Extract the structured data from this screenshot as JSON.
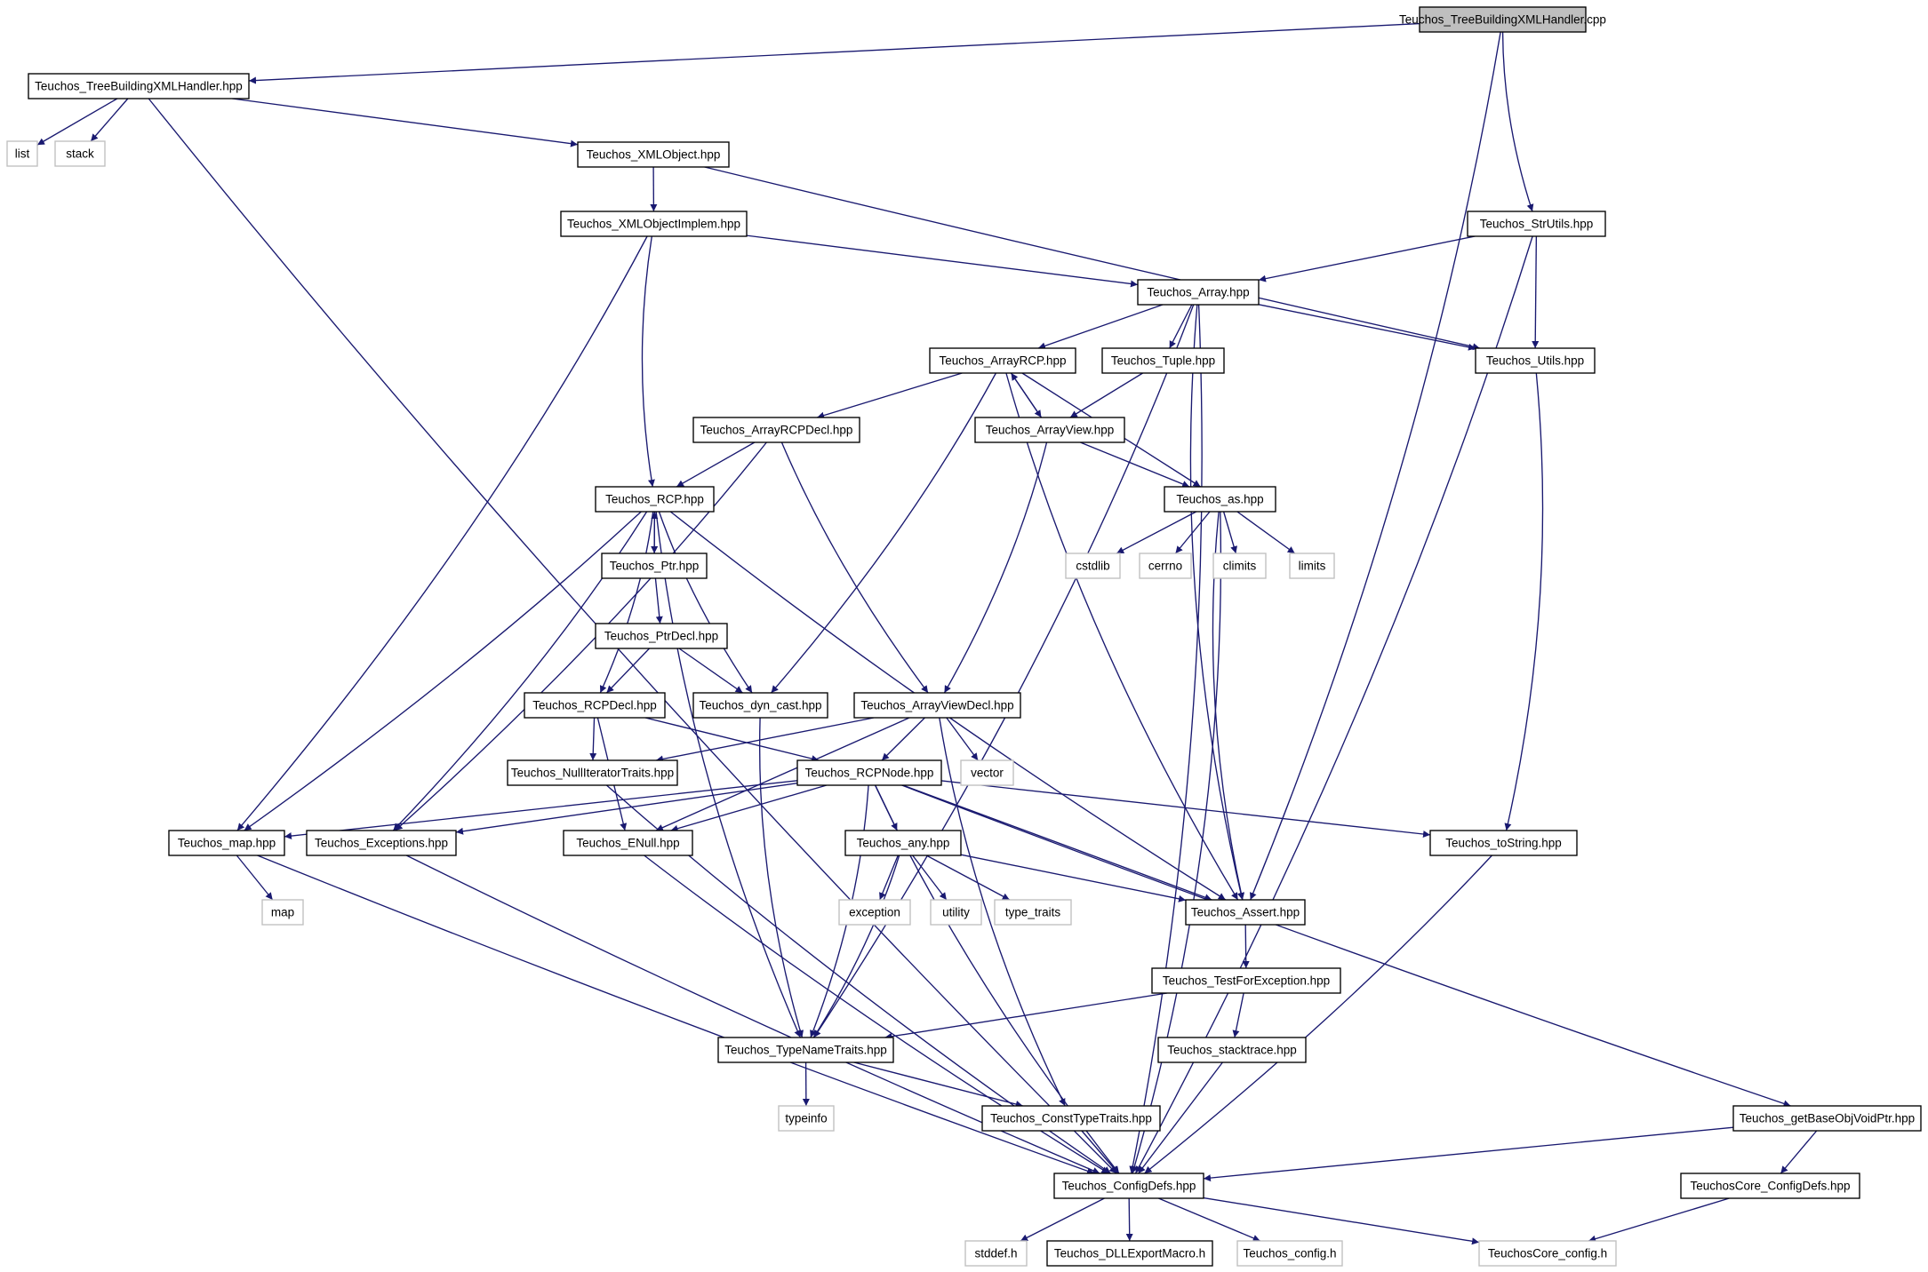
{
  "graph": {
    "root": "Teuchos_TreeBuildingXMLHandler.cpp",
    "nodes": [
      {
        "id": "cpp",
        "label": "Teuchos_TreeBuildingXMLHandler.cpp",
        "kind": "root"
      },
      {
        "id": "tbx",
        "label": "Teuchos_TreeBuildingXMLHandler.hpp",
        "kind": "header"
      },
      {
        "id": "list",
        "label": "list",
        "kind": "external"
      },
      {
        "id": "stack",
        "label": "stack",
        "kind": "external"
      },
      {
        "id": "xmlobj",
        "label": "Teuchos_XMLObject.hpp",
        "kind": "header"
      },
      {
        "id": "xmlimpl",
        "label": "Teuchos_XMLObjectImplem.hpp",
        "kind": "header"
      },
      {
        "id": "strutils",
        "label": "Teuchos_StrUtils.hpp",
        "kind": "header"
      },
      {
        "id": "array",
        "label": "Teuchos_Array.hpp",
        "kind": "header"
      },
      {
        "id": "arrayrcp",
        "label": "Teuchos_ArrayRCP.hpp",
        "kind": "header"
      },
      {
        "id": "tuple",
        "label": "Teuchos_Tuple.hpp",
        "kind": "header"
      },
      {
        "id": "utils",
        "label": "Teuchos_Utils.hpp",
        "kind": "header"
      },
      {
        "id": "arrayrcpdecl",
        "label": "Teuchos_ArrayRCPDecl.hpp",
        "kind": "header"
      },
      {
        "id": "arrayview",
        "label": "Teuchos_ArrayView.hpp",
        "kind": "header"
      },
      {
        "id": "rcp",
        "label": "Teuchos_RCP.hpp",
        "kind": "header"
      },
      {
        "id": "as",
        "label": "Teuchos_as.hpp",
        "kind": "header"
      },
      {
        "id": "ptr",
        "label": "Teuchos_Ptr.hpp",
        "kind": "header"
      },
      {
        "id": "cstdlib",
        "label": "cstdlib",
        "kind": "external"
      },
      {
        "id": "cerrno",
        "label": "cerrno",
        "kind": "external"
      },
      {
        "id": "climits",
        "label": "climits",
        "kind": "external"
      },
      {
        "id": "limits",
        "label": "limits",
        "kind": "external"
      },
      {
        "id": "ptrdecl",
        "label": "Teuchos_PtrDecl.hpp",
        "kind": "header"
      },
      {
        "id": "rcpdecl",
        "label": "Teuchos_RCPDecl.hpp",
        "kind": "header"
      },
      {
        "id": "dyncast",
        "label": "Teuchos_dyn_cast.hpp",
        "kind": "header"
      },
      {
        "id": "arrayviewdecl",
        "label": "Teuchos_ArrayViewDecl.hpp",
        "kind": "header"
      },
      {
        "id": "nulliter",
        "label": "Teuchos_NullIteratorTraits.hpp",
        "kind": "header"
      },
      {
        "id": "rcpnode",
        "label": "Teuchos_RCPNode.hpp",
        "kind": "header"
      },
      {
        "id": "vector",
        "label": "vector",
        "kind": "external"
      },
      {
        "id": "map",
        "label": "Teuchos_map.hpp",
        "kind": "header"
      },
      {
        "id": "exceptions",
        "label": "Teuchos_Exceptions.hpp",
        "kind": "header"
      },
      {
        "id": "enull",
        "label": "Teuchos_ENull.hpp",
        "kind": "header"
      },
      {
        "id": "any",
        "label": "Teuchos_any.hpp",
        "kind": "header"
      },
      {
        "id": "tostring",
        "label": "Teuchos_toString.hpp",
        "kind": "header"
      },
      {
        "id": "mapstd",
        "label": "map",
        "kind": "external"
      },
      {
        "id": "exception",
        "label": "exception",
        "kind": "external"
      },
      {
        "id": "utility",
        "label": "utility",
        "kind": "external"
      },
      {
        "id": "typetraits",
        "label": "type_traits",
        "kind": "external"
      },
      {
        "id": "assert",
        "label": "Teuchos_Assert.hpp",
        "kind": "header"
      },
      {
        "id": "testforexc",
        "label": "Teuchos_TestForException.hpp",
        "kind": "header"
      },
      {
        "id": "typenametraits",
        "label": "Teuchos_TypeNameTraits.hpp",
        "kind": "header"
      },
      {
        "id": "stacktrace",
        "label": "Teuchos_stacktrace.hpp",
        "kind": "header"
      },
      {
        "id": "typeinfo",
        "label": "typeinfo",
        "kind": "external"
      },
      {
        "id": "consttypetraits",
        "label": "Teuchos_ConstTypeTraits.hpp",
        "kind": "header"
      },
      {
        "id": "getbaseobj",
        "label": "Teuchos_getBaseObjVoidPtr.hpp",
        "kind": "header"
      },
      {
        "id": "configdefs",
        "label": "Teuchos_ConfigDefs.hpp",
        "kind": "header"
      },
      {
        "id": "coreconfigdefs",
        "label": "TeuchosCore_ConfigDefs.hpp",
        "kind": "header"
      },
      {
        "id": "stddef",
        "label": "stddef.h",
        "kind": "external"
      },
      {
        "id": "dllexport",
        "label": "Teuchos_DLLExportMacro.h",
        "kind": "header"
      },
      {
        "id": "tconfig",
        "label": "Teuchos_config.h",
        "kind": "external"
      },
      {
        "id": "coreconfig",
        "label": "TeuchosCore_config.h",
        "kind": "external"
      }
    ],
    "edges": [
      [
        "cpp",
        "tbx"
      ],
      [
        "cpp",
        "strutils"
      ],
      [
        "cpp",
        "assert"
      ],
      [
        "tbx",
        "list"
      ],
      [
        "tbx",
        "stack"
      ],
      [
        "tbx",
        "xmlobj"
      ],
      [
        "tbx",
        "configdefs"
      ],
      [
        "xmlobj",
        "xmlimpl"
      ],
      [
        "xmlobj",
        "utils"
      ],
      [
        "xmlimpl",
        "array"
      ],
      [
        "xmlimpl",
        "rcp"
      ],
      [
        "xmlimpl",
        "map"
      ],
      [
        "strutils",
        "array"
      ],
      [
        "strutils",
        "utils"
      ],
      [
        "strutils",
        "configdefs"
      ],
      [
        "array",
        "arrayrcp"
      ],
      [
        "array",
        "tuple"
      ],
      [
        "array",
        "utils"
      ],
      [
        "array",
        "assert"
      ],
      [
        "array",
        "typenametraits"
      ],
      [
        "array",
        "configdefs"
      ],
      [
        "arrayrcp",
        "arrayrcpdecl"
      ],
      [
        "arrayrcp",
        "arrayview"
      ],
      [
        "arrayrcp",
        "as"
      ],
      [
        "arrayrcp",
        "dyncast"
      ],
      [
        "arrayrcp",
        "assert"
      ],
      [
        "tuple",
        "arrayview"
      ],
      [
        "utils",
        "tostring"
      ],
      [
        "arrayrcpdecl",
        "rcp"
      ],
      [
        "arrayrcpdecl",
        "arrayviewdecl"
      ],
      [
        "arrayrcpdecl",
        "exceptions"
      ],
      [
        "arrayview",
        "arrayrcp"
      ],
      [
        "arrayview",
        "as"
      ],
      [
        "arrayview",
        "arrayviewdecl"
      ],
      [
        "rcp",
        "ptr"
      ],
      [
        "rcp",
        "rcpdecl"
      ],
      [
        "rcp",
        "dyncast"
      ],
      [
        "rcp",
        "map"
      ],
      [
        "rcp",
        "exceptions"
      ],
      [
        "rcp",
        "typenametraits"
      ],
      [
        "rcp",
        "assert"
      ],
      [
        "as",
        "cstdlib"
      ],
      [
        "as",
        "cerrno"
      ],
      [
        "as",
        "climits"
      ],
      [
        "as",
        "limits"
      ],
      [
        "as",
        "assert"
      ],
      [
        "as",
        "configdefs"
      ],
      [
        "ptr",
        "ptrdecl"
      ],
      [
        "ptr",
        "rcp"
      ],
      [
        "ptrdecl",
        "rcpdecl"
      ],
      [
        "ptrdecl",
        "dyncast"
      ],
      [
        "rcpdecl",
        "nulliter"
      ],
      [
        "rcpdecl",
        "rcpnode"
      ],
      [
        "rcpdecl",
        "enull"
      ],
      [
        "dyncast",
        "typenametraits"
      ],
      [
        "arrayviewdecl",
        "nulliter"
      ],
      [
        "arrayviewdecl",
        "rcpnode"
      ],
      [
        "arrayviewdecl",
        "vector"
      ],
      [
        "arrayviewdecl",
        "enull"
      ],
      [
        "arrayviewdecl",
        "consttypetraits"
      ],
      [
        "nulliter",
        "configdefs"
      ],
      [
        "rcpnode",
        "map"
      ],
      [
        "rcpnode",
        "exceptions"
      ],
      [
        "rcpnode",
        "enull"
      ],
      [
        "rcpnode",
        "any"
      ],
      [
        "rcpnode",
        "assert"
      ],
      [
        "rcpnode",
        "tostring"
      ],
      [
        "rcpnode",
        "getbaseobj"
      ],
      [
        "rcpnode",
        "typenametraits"
      ],
      [
        "rcpnode",
        "configdefs"
      ],
      [
        "map",
        "mapstd"
      ],
      [
        "map",
        "configdefs"
      ],
      [
        "exceptions",
        "configdefs"
      ],
      [
        "enull",
        "configdefs"
      ],
      [
        "any",
        "exception"
      ],
      [
        "any",
        "utility"
      ],
      [
        "any",
        "typetraits"
      ],
      [
        "any",
        "assert"
      ],
      [
        "any",
        "typenametraits"
      ],
      [
        "tostring",
        "configdefs"
      ],
      [
        "assert",
        "testforexc"
      ],
      [
        "testforexc",
        "typenametraits"
      ],
      [
        "testforexc",
        "stacktrace"
      ],
      [
        "typenametraits",
        "typeinfo"
      ],
      [
        "typenametraits",
        "consttypetraits"
      ],
      [
        "stacktrace",
        "configdefs"
      ],
      [
        "consttypetraits",
        "configdefs"
      ],
      [
        "getbaseobj",
        "configdefs"
      ],
      [
        "getbaseobj",
        "coreconfigdefs"
      ],
      [
        "coreconfigdefs",
        "coreconfig"
      ],
      [
        "configdefs",
        "stddef"
      ],
      [
        "configdefs",
        "dllexport"
      ],
      [
        "configdefs",
        "tconfig"
      ],
      [
        "configdefs",
        "coreconfig"
      ]
    ]
  }
}
